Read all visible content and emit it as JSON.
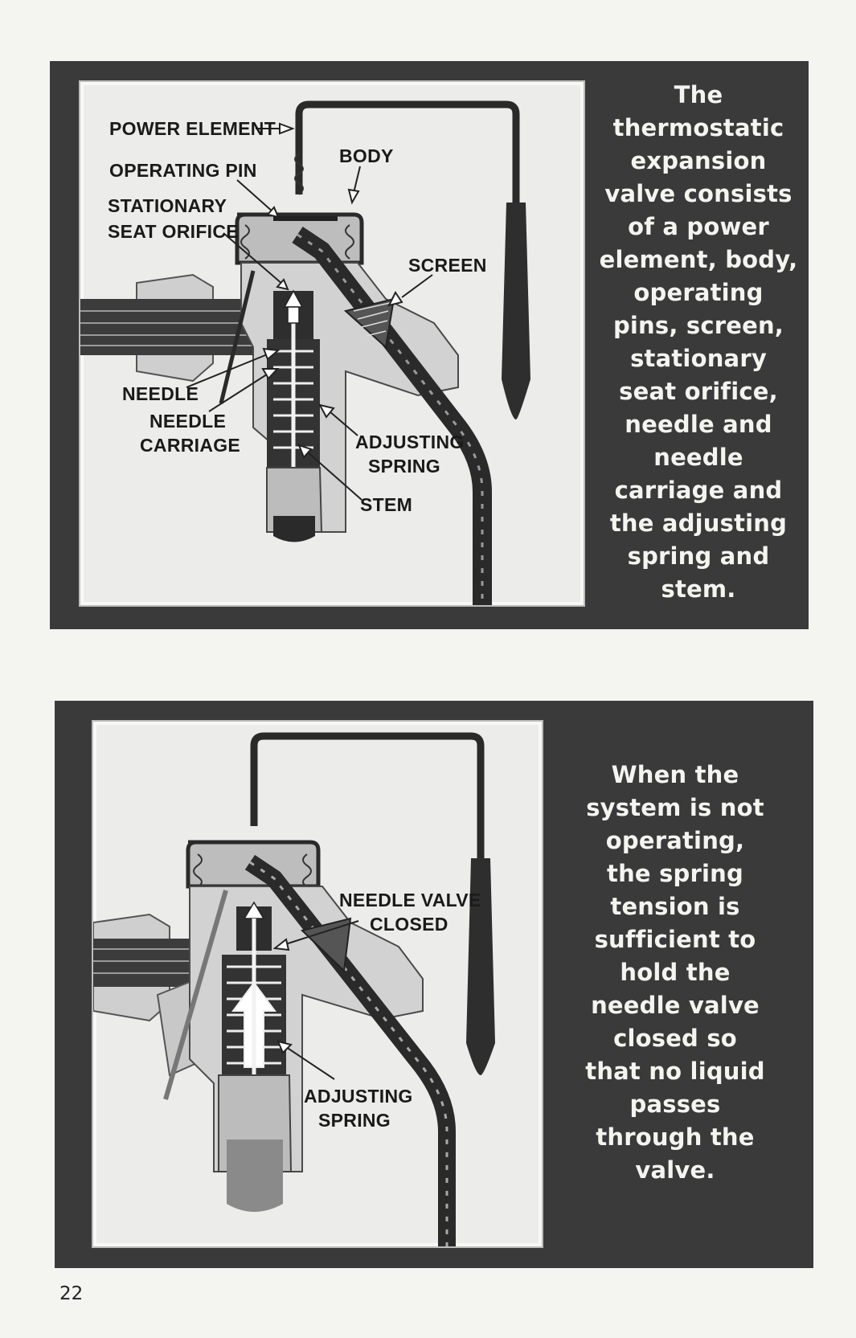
{
  "page": {
    "number": "22"
  },
  "figure1": {
    "labels": {
      "power_element": "POWER ELEMENT",
      "operating_pin": "OPERATING PIN",
      "body": "BODY",
      "stationary": "STATIONARY",
      "seat_orifice": "SEAT ORIFICE",
      "screen": "SCREEN",
      "needle": "NEEDLE",
      "needle2": "NEEDLE",
      "carriage": "CARRIAGE",
      "adjusting": "ADJUSTING",
      "spring": "SPRING",
      "stem": "STEM"
    },
    "caption": [
      "The",
      "thermostatic",
      "expansion",
      "valve consists",
      "of a power",
      "element, body,",
      "operating",
      "pins, screen,",
      "stationary",
      "seat orifice,",
      "needle and",
      "needle",
      "carriage and",
      "the adjusting",
      "spring and",
      "stem."
    ]
  },
  "figure2": {
    "labels": {
      "needle_valve": "NEEDLE VALVE",
      "closed": "CLOSED",
      "adjusting": "ADJUSTING",
      "spring": "SPRING"
    },
    "caption": [
      "When the",
      "system is not",
      "operating,",
      "the spring",
      "tension is",
      "sufficient to",
      "hold the",
      "needle valve",
      "closed so",
      "that no liquid",
      "passes",
      "through the",
      "valve."
    ]
  }
}
